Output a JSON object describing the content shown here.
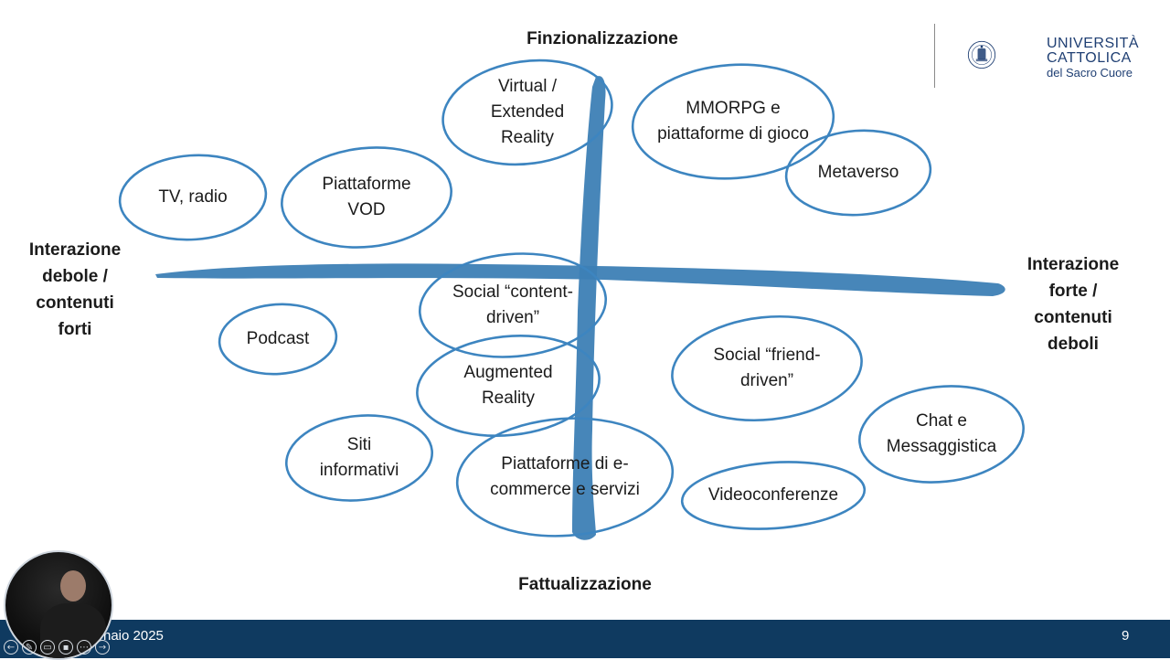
{
  "axes": {
    "top": "Finzionalizzazione",
    "bottom": "Fattualizzazione",
    "left": "Interazione\ndebole /\ncontenuti\nforti",
    "right": "Interazione\nforte /\ncontenuti\ndeboli"
  },
  "bubbles": [
    {
      "id": "tv-radio",
      "text": "TV, radio"
    },
    {
      "id": "piattaforme-vod",
      "text": "Piattaforme\nVOD"
    },
    {
      "id": "virtual-extended-reality",
      "text": "Virtual /\nExtended\nReality"
    },
    {
      "id": "mmorpg",
      "text": "MMORPG e\npiattaforme di gioco"
    },
    {
      "id": "metaverso",
      "text": "Metaverso"
    },
    {
      "id": "social-content-driven",
      "text": "Social “content-\ndriven”"
    },
    {
      "id": "podcast",
      "text": "Podcast"
    },
    {
      "id": "augmented-reality",
      "text": "Augmented\nReality"
    },
    {
      "id": "social-friend-driven",
      "text": "Social “friend-\ndriven”"
    },
    {
      "id": "siti-informativi",
      "text": "Siti\ninformativi"
    },
    {
      "id": "piattaforme-ecommerce",
      "text": "Piattaforme di e-\ncommerce e servizi"
    },
    {
      "id": "chat-messaggistica",
      "text": "Chat e\nMessaggistica"
    },
    {
      "id": "videoconferenze",
      "text": "Videoconferenze"
    }
  ],
  "logo": {
    "line1": "UNIVERSITÀ",
    "line2": "CATTOLICA",
    "line3": "del Sacro Cuore"
  },
  "footer": {
    "date_fragment": "naio 2025",
    "page_number": "9"
  },
  "colors": {
    "axis_stroke": "#3d7fb5",
    "bubble_stroke": "#3d85c0",
    "bottom_bar": "#0f3a60",
    "logo_blue": "#1f3f73"
  },
  "controls": [
    {
      "icon": "back-arrow-icon",
      "glyph": "←"
    },
    {
      "icon": "pen-icon",
      "glyph": "✎"
    },
    {
      "icon": "screen-icon",
      "glyph": "▭"
    },
    {
      "icon": "camera-icon",
      "glyph": "▪"
    },
    {
      "icon": "more-icon",
      "glyph": "⋯"
    },
    {
      "icon": "forward-arrow-icon",
      "glyph": "→"
    }
  ]
}
